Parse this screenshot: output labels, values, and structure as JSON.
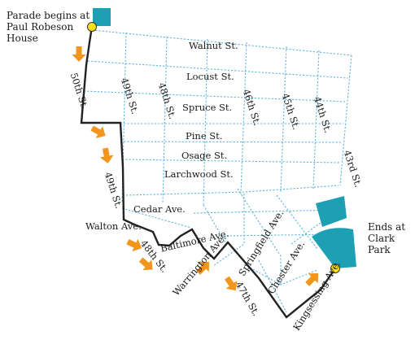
{
  "colors": {
    "grid": "#5fb3de",
    "route": "#222222",
    "arrow": "#f2951c",
    "marker": "#f9e21b",
    "building": "#1da0b3"
  },
  "icons": [
    "start-building-icon",
    "clark-park-icon",
    "route-arrow-icon"
  ],
  "annotations": {
    "start": "Parade begins at\nPaul Robeson\nHouse",
    "end": "Ends at\nClark Park"
  },
  "streets": {
    "walnut": "Walnut St.",
    "locust": "Locust St.",
    "spruce": "Spruce St.",
    "pine": "Pine St.",
    "osage": "Osage St.",
    "larchwood": "Larchwood St.",
    "cedar": "Cedar Ave.",
    "walton": "Walton Ave.",
    "baltimore": "Baltimore Ave.",
    "warrington": "Warrington Ave.",
    "springfield": "Springfield Ave.",
    "chester": "Chester Ave.",
    "kingsessing": "Kingsessing Ave.",
    "s50th": "50th St.",
    "s49th_upper": "49th St.",
    "s49th_lower": "49th St.",
    "s48th_upper": "48th St.",
    "s48th_lower": "48th St.",
    "s47th": "47th St.",
    "s46th": "46th St.",
    "s45th": "45th St.",
    "s44th": "44th St.",
    "s43rd": "43rd St."
  }
}
